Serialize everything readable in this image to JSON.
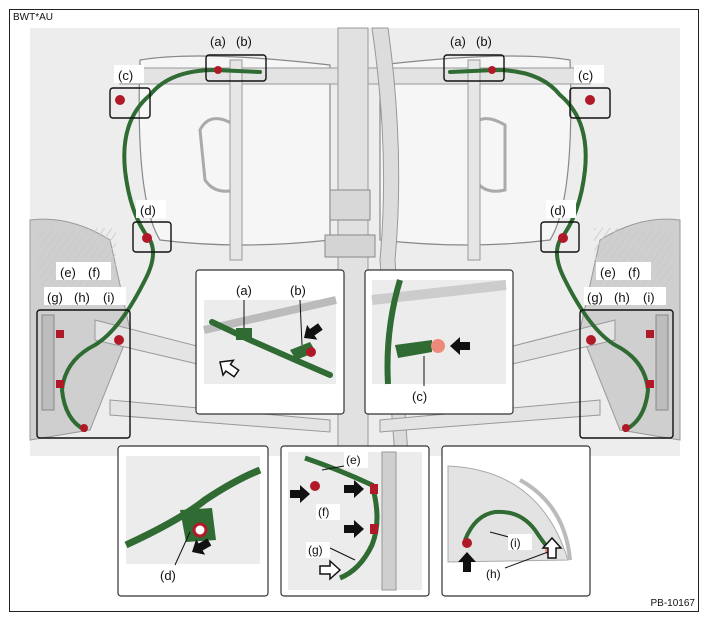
{
  "header": {
    "model_code": "BWT*AU"
  },
  "footer": {
    "figure_id": "PB-10167"
  },
  "labels": {
    "a": "(a)",
    "b": "(b)",
    "c": "(c)",
    "d": "(d)",
    "e": "(e)",
    "f": "(f)",
    "g": "(g)",
    "h": "(h)",
    "i": "(i)"
  },
  "colors": {
    "harness": "#2f6b33",
    "clip": "#b01a28",
    "clip_highlight": "#ee8a7a",
    "arrow_solid": "#111111",
    "arrow_open": "#ffffff"
  },
  "icons": {
    "solid_arrow": "push-direction-arrow-icon",
    "open_arrow": "release-direction-arrow-icon"
  }
}
